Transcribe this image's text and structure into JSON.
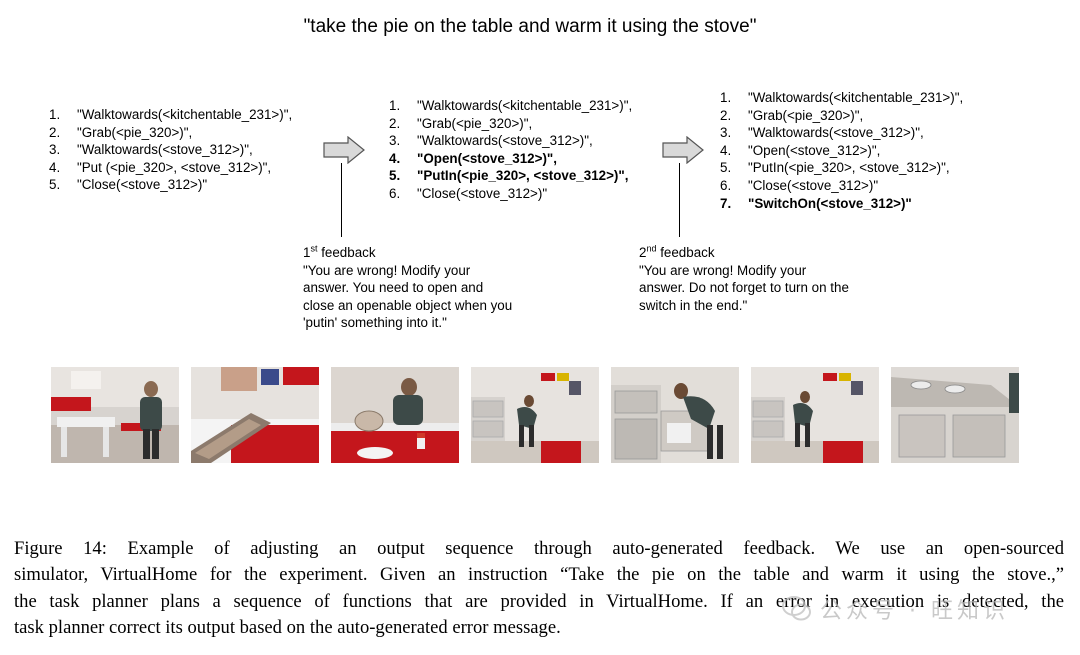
{
  "instruction": "\"take the pie on the table and warm it using the stove\"",
  "plans": [
    {
      "steps": [
        {
          "n": "1.",
          "text": "\"Walktowards(<kitchentable_231>)\",",
          "bold": false
        },
        {
          "n": "2.",
          "text": "\"Grab(<pie_320>)\",",
          "bold": false
        },
        {
          "n": "3.",
          "text": "\"Walktowards(<stove_312>)\",",
          "bold": false
        },
        {
          "n": "4.",
          "text": "\"Put (<pie_320>, <stove_312>)\",",
          "bold": false
        },
        {
          "n": "5.",
          "text": "\"Close(<stove_312>)\"",
          "bold": false
        }
      ]
    },
    {
      "steps": [
        {
          "n": "1.",
          "text": "\"Walktowards(<kitchentable_231>)\",",
          "bold": false
        },
        {
          "n": "2.",
          "text": "\"Grab(<pie_320>)\",",
          "bold": false
        },
        {
          "n": "3.",
          "text": "\"Walktowards(<stove_312>)\",",
          "bold": false
        },
        {
          "n": "4.",
          "text": "\"Open(<stove_312>)\",",
          "bold": true
        },
        {
          "n": "5.",
          "text": "\"PutIn(<pie_320>, <stove_312>)\",",
          "bold": true
        },
        {
          "n": "6.",
          "text": "\"Close(<stove_312>)\"",
          "bold": false
        }
      ]
    },
    {
      "steps": [
        {
          "n": "1.",
          "text": "\"Walktowards(<kitchentable_231>)\",",
          "bold": false
        },
        {
          "n": "2.",
          "text": "\"Grab(<pie_320>)\",",
          "bold": false
        },
        {
          "n": "3.",
          "text": "\"Walktowards(<stove_312>)\",",
          "bold": false
        },
        {
          "n": "4.",
          "text": "\"Open(<stove_312>)\",",
          "bold": false
        },
        {
          "n": "5.",
          "text": "\"PutIn(<pie_320>, <stove_312>)\",",
          "bold": false
        },
        {
          "n": "6.",
          "text": "\"Close(<stove_312>)\"",
          "bold": false
        },
        {
          "n": "7.",
          "text": "\"SwitchOn(<stove_312>)\"",
          "bold": true
        }
      ]
    }
  ],
  "feedbacks": [
    {
      "ordinal": "1",
      "ordinal_suffix": "st",
      "heading": " feedback",
      "lines": [
        "\"You are wrong! Modify your",
        "answer. You need to open and",
        "close an openable object when you",
        "'putin' something into it.\""
      ]
    },
    {
      "ordinal": "2",
      "ordinal_suffix": "nd",
      "heading": " feedback",
      "lines": [
        "\"You are wrong! Modify your",
        "answer. Do not forget to turn on the",
        "switch in the end.\""
      ]
    }
  ],
  "icons": {
    "arrow": "right-arrow-icon",
    "watermark": "wechat-logo-icon"
  },
  "colors": {
    "arrow_fill": "#d9d9d9",
    "accent_red": "#c4161c"
  },
  "caption": [
    "Figure 14: Example of adjusting an output sequence through auto-generated feedback.  We use an open-sourced",
    "simulator, VirtualHome for the experiment. Given an instruction “Take the pie on the table and warm it using the stove.,”",
    "the task planner plans a sequence of functions that are provided in VirtualHome. If an error in execution is detected, the",
    "task planner correct its output based on the auto-generated error message."
  ],
  "watermark": "公众号 · 旺知识"
}
